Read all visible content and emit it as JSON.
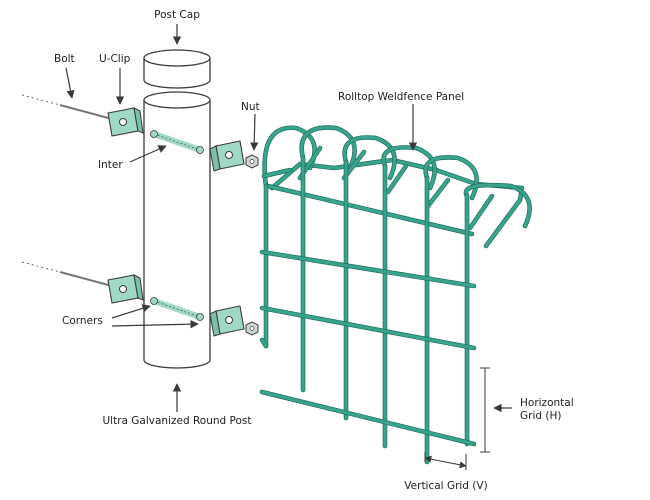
{
  "labels": {
    "post_cap": "Post Cap",
    "bolt": "Bolt",
    "u_clip": "U-Clip",
    "nut": "Nut",
    "panel": "Rolltop Weldfence Panel",
    "inter": "Inter",
    "corners": "Corners",
    "post": "Ultra Galvanized Round Post",
    "horizontal_grid_line1": "Horizontal",
    "horizontal_grid_line2": "Grid (H)",
    "vertical_grid": "Vertical Grid (V)"
  },
  "colors": {
    "mesh": "#3aa38d",
    "mesh_light": "#6cc9b5",
    "clip": "#9fd9c6",
    "outline": "#3a3a3a"
  }
}
